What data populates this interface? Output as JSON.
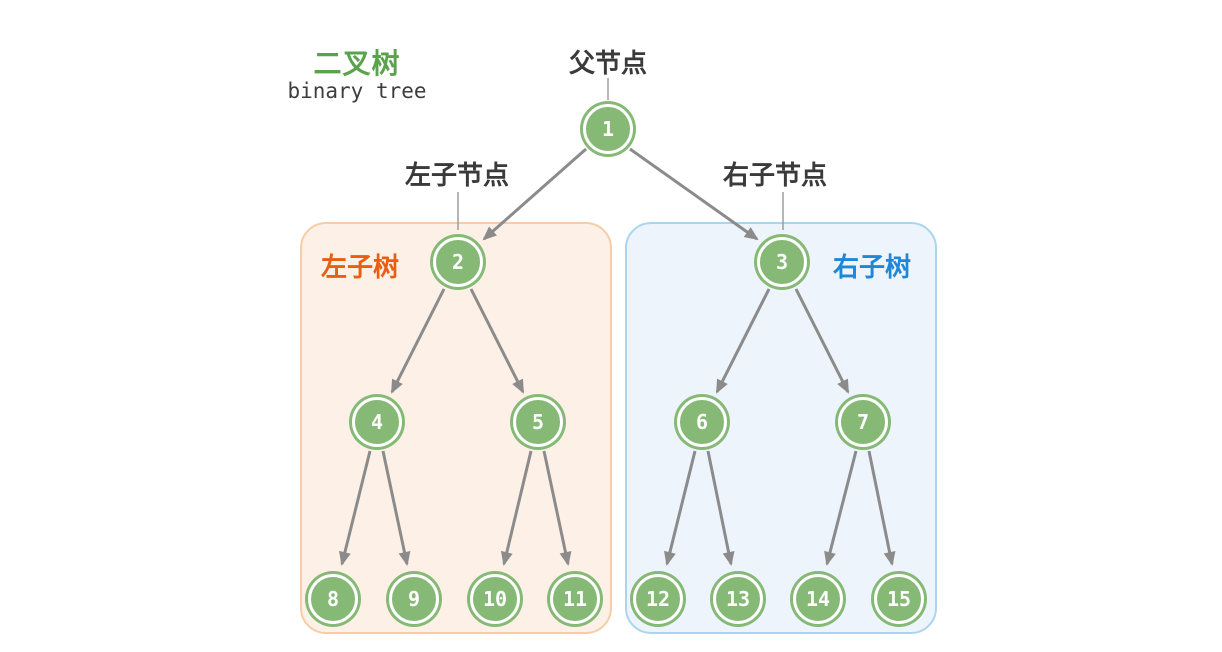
{
  "title": {
    "zh": "二叉树",
    "en": "binary tree"
  },
  "labels": {
    "parent_node": "父节点",
    "left_child_node": "左子节点",
    "right_child_node": "右子节点",
    "left_subtree": "左子树",
    "right_subtree": "右子树"
  },
  "nodes": [
    "1",
    "2",
    "3",
    "4",
    "5",
    "6",
    "7",
    "8",
    "9",
    "10",
    "11",
    "12",
    "13",
    "14",
    "15"
  ],
  "tree": {
    "root": 1,
    "edges": [
      [
        1,
        2
      ],
      [
        1,
        3
      ],
      [
        2,
        4
      ],
      [
        2,
        5
      ],
      [
        3,
        6
      ],
      [
        3,
        7
      ],
      [
        4,
        8
      ],
      [
        4,
        9
      ],
      [
        5,
        10
      ],
      [
        5,
        11
      ],
      [
        6,
        12
      ],
      [
        6,
        13
      ],
      [
        7,
        14
      ],
      [
        7,
        15
      ]
    ],
    "left_subtree_nodes": [
      2,
      4,
      5,
      8,
      9,
      10,
      11
    ],
    "right_subtree_nodes": [
      3,
      6,
      7,
      12,
      13,
      14,
      15
    ]
  },
  "colors": {
    "node_fill": "#85b975",
    "node_text": "#ffffff",
    "title_green": "#5aa34c",
    "left_subtree_label": "#e85f11",
    "right_subtree_label": "#1f88d6",
    "left_box_bg": "#fdf0e7",
    "left_box_border": "#f8cca9",
    "right_box_bg": "#edf4fb",
    "right_box_border": "#abd5ef",
    "edge": "#8b8b8b",
    "label_text": "#3a3a3a"
  }
}
